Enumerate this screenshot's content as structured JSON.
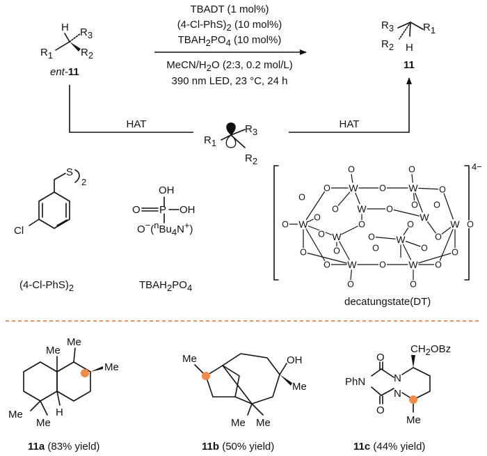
{
  "colors": {
    "accent_dot": "#f28a46",
    "separator": "#e8834f",
    "ink": "#111111"
  },
  "reaction": {
    "conditions": [
      "TBADT (1 mol%)",
      "(4-Cl-PhS)",
      "(10 mol%)",
      "TBAH",
      "PO",
      "(10 mol%)",
      "MeCN/H",
      "O (2:3, 0.2 mol/L)",
      "390 nm LED, 23 °C, 24 h"
    ],
    "start": {
      "prefix": "ent-",
      "bold": "11",
      "r1": "R",
      "r2": "R",
      "r3": "R",
      "h": "H",
      "sub1": "1",
      "sub2": "2",
      "sub3": "3"
    },
    "product": {
      "label": "11",
      "r1": "R",
      "r2": "R",
      "r3": "R",
      "h": "H",
      "sub1": "1",
      "sub2": "2",
      "sub3": "3"
    },
    "hat_left": "HAT",
    "hat_right": "HAT",
    "radical": {
      "r1": "R",
      "r2": "R",
      "r3": "R",
      "sub1": "1",
      "sub2": "2",
      "sub3": "3"
    }
  },
  "reagents": {
    "disulfide": {
      "s": "S",
      "cl": "Cl",
      "sub": "2",
      "label_a": "(4-Cl-PhS)",
      "label_sub": "2"
    },
    "phosphate": {
      "oh1": "OH",
      "o": "O",
      "p": "P",
      "oh2": "OH",
      "ominus": "O",
      "cation_open": "(",
      "n": "n",
      "bu": "Bu",
      "four": "4",
      "n_plus": "N",
      "plus": "+",
      "close": ")",
      "label_a": "TBAH",
      "label_sub1": "2",
      "label_b": "PO",
      "label_sub2": "4"
    },
    "decatungstate": {
      "label": "decatungstate(DT)",
      "charge": "4−",
      "w": "W",
      "o": "O"
    }
  },
  "examples": [
    {
      "id": "11a",
      "yield": "(83% yield)",
      "me": "Me",
      "h": "H"
    },
    {
      "id": "11b",
      "yield": "(50% yield)",
      "me": "Me",
      "oh": "OH"
    },
    {
      "id": "11c",
      "yield": "(44% yield)",
      "me": "Me",
      "ph": "PhN",
      "n": "N",
      "o": "O",
      "sub": "CH",
      "sub2": "2",
      "sub3": "OBz"
    }
  ]
}
